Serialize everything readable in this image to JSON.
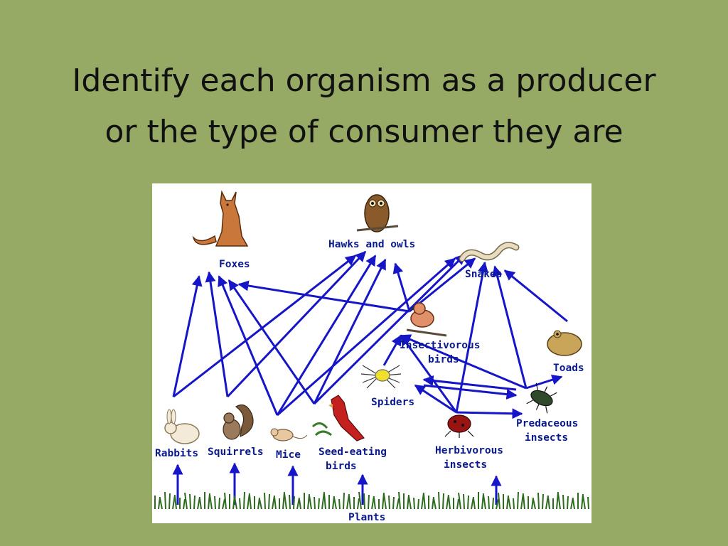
{
  "slide": {
    "title_line1": "Identify each organism as a producer",
    "title_line2": "or the type of consumer they are"
  },
  "colors": {
    "background": "#96a965",
    "arrow": "#1616c8",
    "label": "#0b1a8c",
    "grass": "#2d6b1f"
  },
  "food_web": {
    "nodes": {
      "foxes": {
        "label": "Foxes",
        "icon": "fox-icon"
      },
      "hawks_owls": {
        "label": "Hawks and owls",
        "icon": "owl-icon"
      },
      "snakes": {
        "label": "Snakes",
        "icon": "snake-icon"
      },
      "insectivorous_birds": {
        "label1": "Insectivorous",
        "label2": "birds",
        "icon": "bird-icon"
      },
      "toads": {
        "label": "Toads",
        "icon": "toad-icon"
      },
      "spiders": {
        "label": "Spiders",
        "icon": "spider-icon"
      },
      "predaceous_insects": {
        "label1": "Predaceous",
        "label2": "insects",
        "icon": "beetle-icon"
      },
      "rabbits": {
        "label": "Rabbits",
        "icon": "rabbit-icon"
      },
      "squirrels": {
        "label": "Squirrels",
        "icon": "squirrel-icon"
      },
      "mice": {
        "label": "Mice",
        "icon": "mouse-icon"
      },
      "seed_eating_birds": {
        "label1": "Seed-eating",
        "label2": "birds",
        "icon": "cardinal-icon"
      },
      "herbivorous_insects": {
        "label1": "Herbivorous",
        "label2": "insects",
        "icon": "ladybug-icon"
      },
      "plants": {
        "label": "Plants",
        "icon": "grass-icon"
      }
    },
    "links": [
      {
        "from": "plants",
        "to": "rabbits"
      },
      {
        "from": "plants",
        "to": "squirrels"
      },
      {
        "from": "plants",
        "to": "mice"
      },
      {
        "from": "plants",
        "to": "seed_eating_birds"
      },
      {
        "from": "plants",
        "to": "herbivorous_insects"
      },
      {
        "from": "rabbits",
        "to": "foxes"
      },
      {
        "from": "rabbits",
        "to": "hawks_owls"
      },
      {
        "from": "squirrels",
        "to": "foxes"
      },
      {
        "from": "squirrels",
        "to": "hawks_owls"
      },
      {
        "from": "mice",
        "to": "foxes"
      },
      {
        "from": "mice",
        "to": "hawks_owls"
      },
      {
        "from": "mice",
        "to": "snakes"
      },
      {
        "from": "seed_eating_birds",
        "to": "foxes"
      },
      {
        "from": "seed_eating_birds",
        "to": "hawks_owls"
      },
      {
        "from": "seed_eating_birds",
        "to": "snakes"
      },
      {
        "from": "insectivorous_birds",
        "to": "foxes"
      },
      {
        "from": "insectivorous_birds",
        "to": "hawks_owls"
      },
      {
        "from": "insectivorous_birds",
        "to": "snakes"
      },
      {
        "from": "spiders",
        "to": "insectivorous_birds"
      },
      {
        "from": "herbivorous_insects",
        "to": "spiders"
      },
      {
        "from": "herbivorous_insects",
        "to": "insectivorous_birds"
      },
      {
        "from": "herbivorous_insects",
        "to": "snakes"
      },
      {
        "from": "herbivorous_insects",
        "to": "predaceous_insects"
      },
      {
        "from": "predaceous_insects",
        "to": "spiders"
      },
      {
        "from": "spiders",
        "to": "predaceous_insects"
      },
      {
        "from": "predaceous_insects",
        "to": "insectivorous_birds"
      },
      {
        "from": "predaceous_insects",
        "to": "snakes"
      },
      {
        "from": "predaceous_insects",
        "to": "toads"
      },
      {
        "from": "toads",
        "to": "snakes"
      }
    ]
  }
}
